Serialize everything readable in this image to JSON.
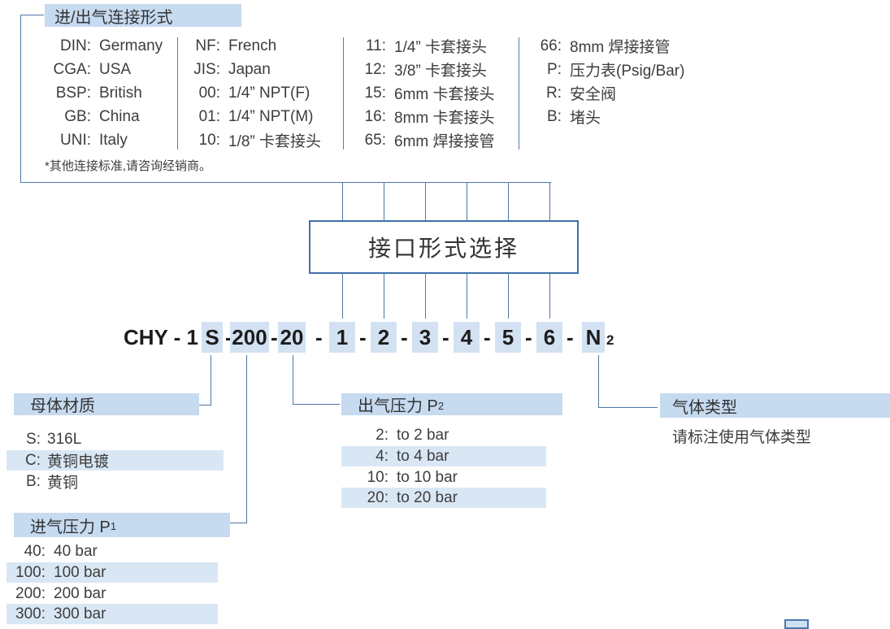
{
  "colors": {
    "header_bg": "#c6daf0",
    "row_highlight": "#d9e7f5",
    "code_highlight": "#d3e2f2",
    "line_blue": "#4d76a8",
    "box_border": "#3f71a8",
    "text": "#3d3d3d"
  },
  "connection": {
    "title": "进/出气连接形式",
    "note": "*其他连接标准,请咨询经销商。",
    "columns": [
      {
        "rows": [
          {
            "code": "DIN:",
            "label": "Germany"
          },
          {
            "code": "CGA:",
            "label": "USA"
          },
          {
            "code": "BSP:",
            "label": "British"
          },
          {
            "code": "GB:",
            "label": "China"
          },
          {
            "code": "UNI:",
            "label": "Italy"
          }
        ]
      },
      {
        "rows": [
          {
            "code": "NF:",
            "label": "French"
          },
          {
            "code": "JIS:",
            "label": "Japan"
          },
          {
            "code": "00:",
            "label": "1/4” NPT(F)"
          },
          {
            "code": "01:",
            "label": "1/4” NPT(M)"
          },
          {
            "code": "10:",
            "label": "1/8” 卡套接头"
          }
        ]
      },
      {
        "rows": [
          {
            "code": "11:",
            "label": "1/4” 卡套接头"
          },
          {
            "code": "12:",
            "label": "3/8” 卡套接头"
          },
          {
            "code": "15:",
            "label": "6mm 卡套接头"
          },
          {
            "code": "16:",
            "label": "8mm 卡套接头"
          },
          {
            "code": "65:",
            "label": "6mm 焊接接管"
          }
        ]
      },
      {
        "rows": [
          {
            "code": "66:",
            "label": "8mm 焊接接管"
          },
          {
            "code": "P:",
            "label": "压力表(Psig/Bar)"
          },
          {
            "code": "R:",
            "label": "安全阀"
          },
          {
            "code": "B:",
            "label": "堵头"
          }
        ]
      }
    ]
  },
  "selector": {
    "label": "接口形式选择"
  },
  "code": {
    "prefix": "CHY - 1",
    "seg_s": "S",
    "dash": "-",
    "seg_200": "200",
    "seg_20": "20",
    "positions": [
      "1",
      "2",
      "3",
      "4",
      "5",
      "6"
    ],
    "gas_letter": "N",
    "gas_subscript": "2"
  },
  "sections": {
    "body_material": {
      "title": "母体材质",
      "items": [
        {
          "code": "S:",
          "label": "316L"
        },
        {
          "code": "C:",
          "label": "黄铜电镀"
        },
        {
          "code": "B:",
          "label": "黄铜"
        }
      ]
    },
    "inlet_pressure": {
      "title": "进气压力 P",
      "subscript": "1",
      "items": [
        {
          "code": "40:",
          "label": "40 bar"
        },
        {
          "code": "100:",
          "label": "100 bar"
        },
        {
          "code": "200:",
          "label": "200 bar"
        },
        {
          "code": "300:",
          "label": "300 bar"
        }
      ]
    },
    "outlet_pressure": {
      "title": "出气压力 P",
      "subscript": "2",
      "items": [
        {
          "code": "2:",
          "label": "to 2 bar"
        },
        {
          "code": "4:",
          "label": "to 4 bar"
        },
        {
          "code": "10:",
          "label": "to 10 bar"
        },
        {
          "code": "20:",
          "label": "to 20 bar"
        }
      ]
    },
    "gas_type": {
      "title": "气体类型",
      "note": "请标注使用气体类型"
    }
  }
}
